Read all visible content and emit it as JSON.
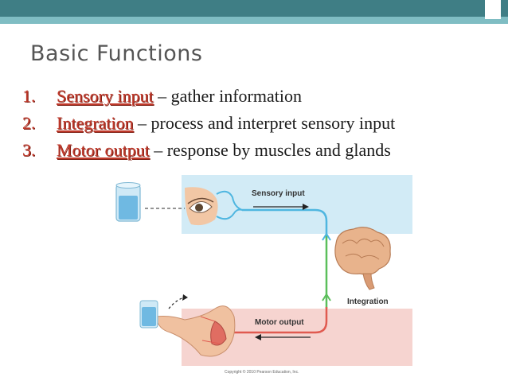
{
  "slide": {
    "title": "Basic Functions",
    "items": [
      {
        "number": "1.",
        "term": "Sensory input",
        "description": " – gather information"
      },
      {
        "number": "2.",
        "term": "Integration",
        "description": " – process and interpret sensory input"
      },
      {
        "number": "3.",
        "term": "Motor output",
        "description": " – response by muscles and glands"
      }
    ]
  },
  "figure": {
    "sensory_label": "Sensory input",
    "integration_label": "Integration",
    "motor_label": "Motor output",
    "copyright": "Copyright © 2010 Pearson Education, Inc.",
    "colors": {
      "sensory_panel": "#d2ebf6",
      "motor_panel": "#f6d4d0",
      "sensory_path": "#4fb6e0",
      "integration_path": "#5bbf5b",
      "motor_path": "#e05a50",
      "title_bar": "#3f7e85",
      "accent": "#c0392b"
    }
  }
}
